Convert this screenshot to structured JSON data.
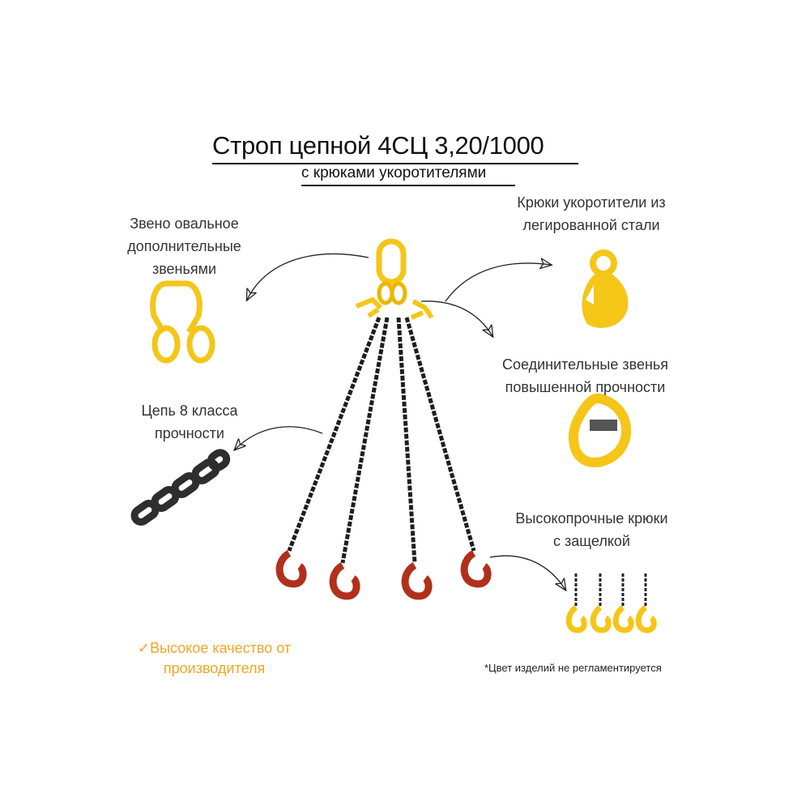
{
  "header": {
    "title": "Строп цепной 4СЦ 3,20/1000",
    "subtitle": "с крюками укоротителями"
  },
  "features": [
    {
      "line1": "Звено овальное",
      "line2": "дополнительные",
      "line3": "звеньями"
    },
    {
      "line1": "Крюки укоротители из",
      "line2": "легированной стали"
    },
    {
      "line1": "Соединительные звенья",
      "line2": "повышенной прочности"
    },
    {
      "line1": "Цепь 8 класса",
      "line2": "прочности"
    },
    {
      "line1": "Высокопрочные крюки",
      "line2": "с защелкой"
    }
  ],
  "quality": {
    "line1": "✓Высокое качество от",
    "line2": "производителя"
  },
  "note": "*Цвет изделий не регламентируется",
  "colors": {
    "yellow": "#f5c518",
    "chain": "#1e1e1e",
    "hook_red": "#b0301c",
    "accent": "#f2a623"
  }
}
